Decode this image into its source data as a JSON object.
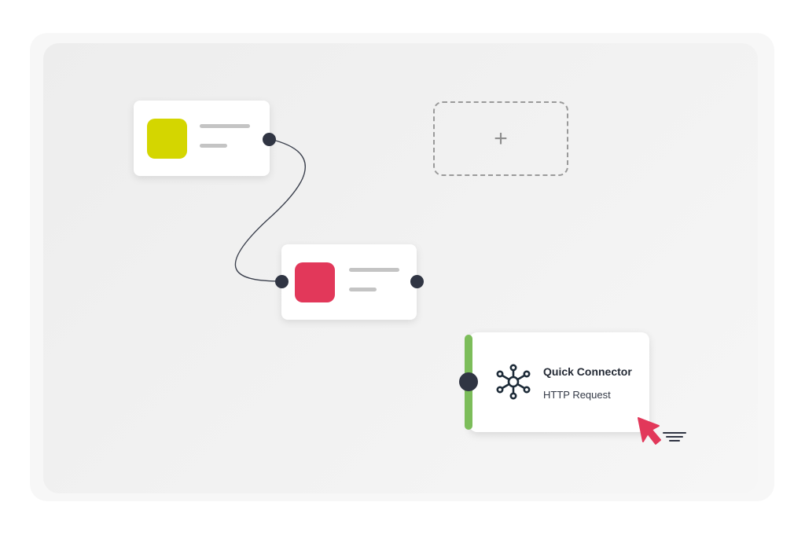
{
  "nodes": [
    {
      "id": "node-1",
      "swatch_color": "#d4d600"
    },
    {
      "id": "node-2",
      "swatch_color": "#e2385a"
    }
  ],
  "placeholder": {
    "symbol": "+"
  },
  "quick_connector": {
    "title": "Quick Connector",
    "subtitle": "HTTP Request",
    "icon": "network-hub-icon",
    "accent_color": "#7cbd5a"
  },
  "cursor": {
    "icon": "pointer-cursor-icon",
    "color": "#e2385a"
  },
  "colors": {
    "port": "#303543",
    "canvas": "#f0f0f0"
  }
}
